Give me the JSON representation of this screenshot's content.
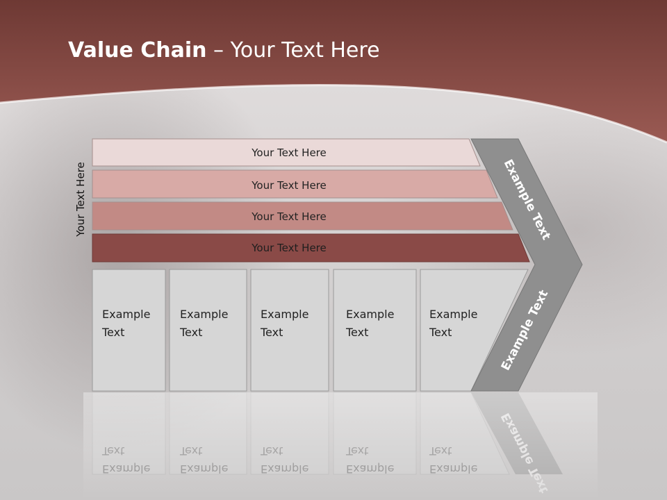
{
  "title": {
    "bold": "Value Chain",
    "rest": " – Your Text Here"
  },
  "side_label": "Your Text Here",
  "bars": [
    {
      "label": "Your Text Here"
    },
    {
      "label": "Your Text Here"
    },
    {
      "label": "Your Text Here"
    },
    {
      "label": "Your Text Here"
    }
  ],
  "columns": [
    {
      "line1": "Example",
      "line2": "Text"
    },
    {
      "line1": "Example",
      "line2": "Text"
    },
    {
      "line1": "Example",
      "line2": "Text"
    },
    {
      "line1": "Example",
      "line2": "Text"
    },
    {
      "line1": "Example",
      "line2": "Text"
    }
  ],
  "chevron": {
    "upper": "Example Text",
    "lower": "Example Text"
  },
  "colors": {
    "header": "#8a4a44",
    "bar1": "#ead9d8",
    "bar2": "#d8aaa6",
    "bar3": "#c28a85",
    "bar4": "#8a4a47",
    "column": "#d6d6d6",
    "chevron": "#8f8f8f"
  }
}
